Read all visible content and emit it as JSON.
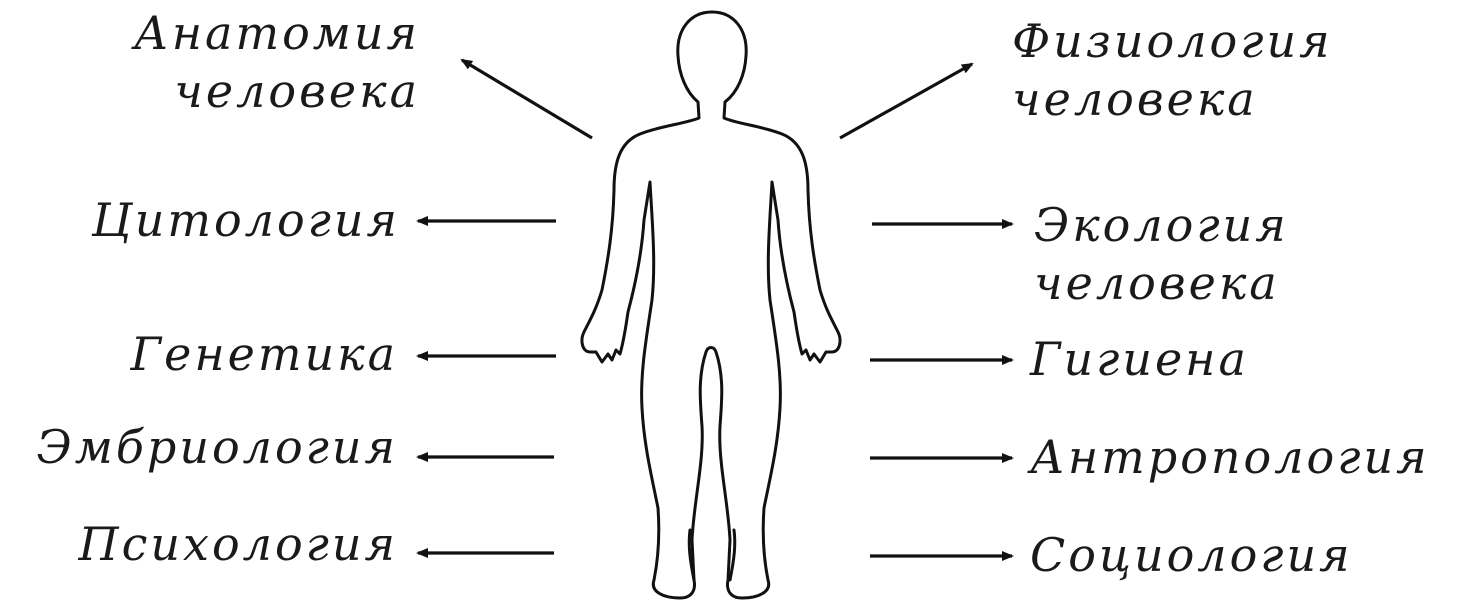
{
  "center": {
    "figure": "human-body-silhouette"
  },
  "left_labels": [
    {
      "id": "anatomy",
      "text": "Анатомия\nчеловека"
    },
    {
      "id": "cytology",
      "text": "Цитология"
    },
    {
      "id": "genetics",
      "text": "Генетика"
    },
    {
      "id": "embryology",
      "text": "Эмбриология"
    },
    {
      "id": "psychology",
      "text": "Психология"
    }
  ],
  "right_labels": [
    {
      "id": "physiology",
      "text": "Физиология\nчеловека"
    },
    {
      "id": "ecology",
      "text": "Экология\nчеловека"
    },
    {
      "id": "hygiene",
      "text": "Гигиена"
    },
    {
      "id": "anthropology",
      "text": "Антропология"
    },
    {
      "id": "sociology",
      "text": "Социология"
    }
  ],
  "colors": {
    "ink": "#111111",
    "text": "#1a1a1a",
    "background": "#ffffff"
  }
}
